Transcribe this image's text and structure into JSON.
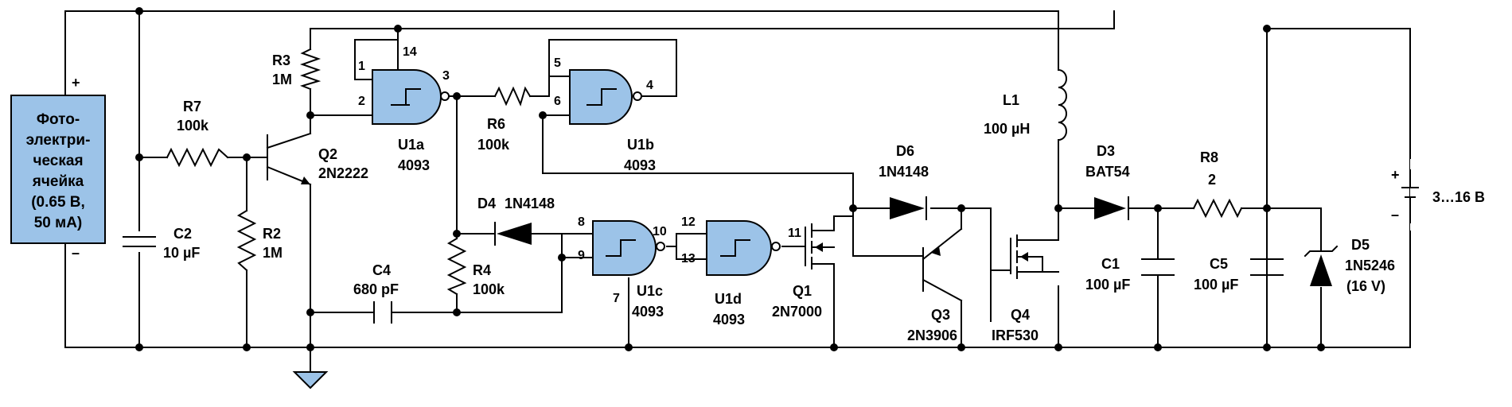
{
  "cell": {
    "plus": "+",
    "minus": "–",
    "lines": [
      "Фото-",
      "электри-",
      "ческая",
      "ячейка",
      "(0.65 В,",
      "50 мА)"
    ]
  },
  "supply": {
    "plus": "+",
    "minus": "–",
    "voltage": "3…16 В"
  },
  "parts": {
    "r7": {
      "ref": "R7",
      "val": "100k"
    },
    "r3": {
      "ref": "R3",
      "val": "1M"
    },
    "r2": {
      "ref": "R2",
      "val": "1M"
    },
    "r4": {
      "ref": "R4",
      "val": "100k"
    },
    "r6": {
      "ref": "R6",
      "val": "100k"
    },
    "r8": {
      "ref": "R8",
      "val": "2"
    },
    "c2": {
      "ref": "C2",
      "val": "10 µF"
    },
    "c4": {
      "ref": "C4",
      "val": "680 pF"
    },
    "c1": {
      "ref": "C1",
      "val": "100 µF"
    },
    "c5": {
      "ref": "C5",
      "val": "100 µF"
    },
    "q2": {
      "ref": "Q2",
      "val": "2N2222"
    },
    "q1": {
      "ref": "Q1",
      "val": "2N7000"
    },
    "q3": {
      "ref": "Q3",
      "val": "2N3906"
    },
    "q4": {
      "ref": "Q4",
      "val": "IRF530"
    },
    "u1a": {
      "ref": "U1a",
      "val": "4093"
    },
    "u1b": {
      "ref": "U1b",
      "val": "4093"
    },
    "u1c": {
      "ref": "U1c",
      "val": "4093"
    },
    "u1d": {
      "ref": "U1d",
      "val": "4093"
    },
    "d4": {
      "ref": "D4",
      "val": "1N4148"
    },
    "d6": {
      "ref": "D6",
      "val": "1N4148"
    },
    "d3": {
      "ref": "D3",
      "val": "BAT54"
    },
    "d5": {
      "ref": "D5",
      "val": "1N5246",
      "note": "(16 V)"
    },
    "l1": {
      "ref": "L1",
      "val": "100 µH"
    }
  },
  "pins": {
    "p1": "1",
    "p2": "2",
    "p3": "3",
    "p4": "4",
    "p5": "5",
    "p6": "6",
    "p7": "7",
    "p8": "8",
    "p9": "9",
    "p10": "10",
    "p11": "11",
    "p12": "12",
    "p13": "13",
    "p14": "14"
  },
  "colors": {
    "gate_fill": "#9cc3e8",
    "cell_fill": "#9cc3e8"
  }
}
